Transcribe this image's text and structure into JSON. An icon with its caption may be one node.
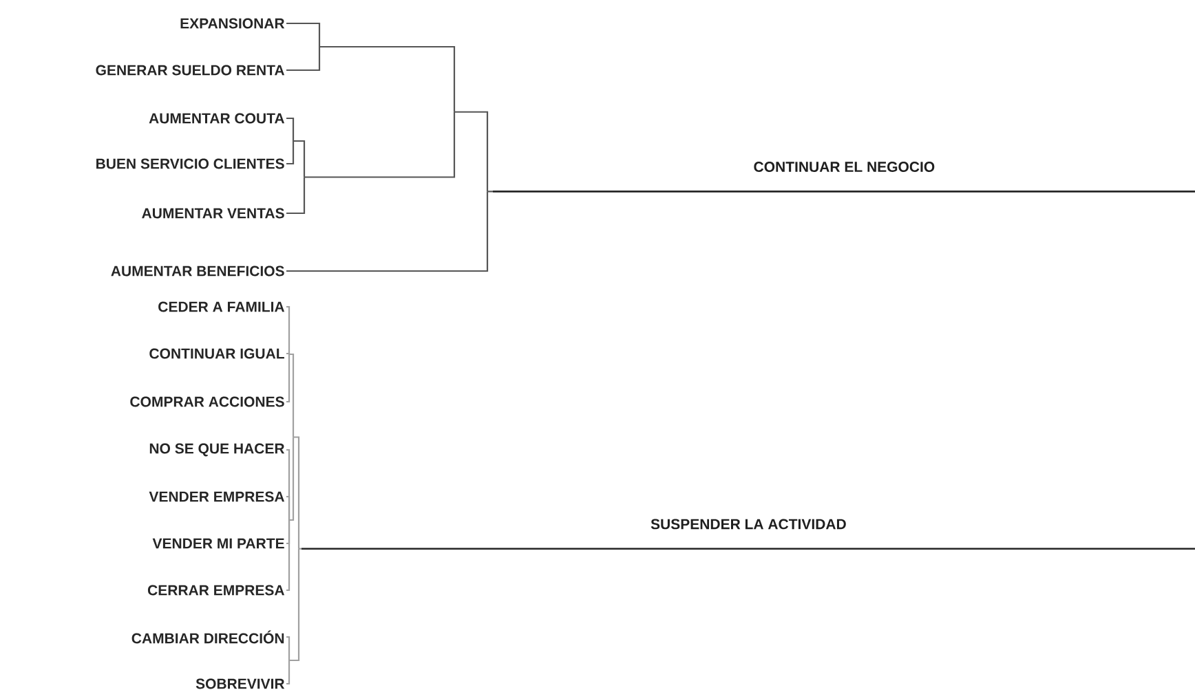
{
  "diagram": {
    "nodes": [
      {
        "text": [
          "EXPANSIONAR"
        ]
      },
      {
        "text": [
          "GENERAR SUELDO RENTA"
        ]
      },
      {
        "text": [
          "AUMENTAR COUTA"
        ]
      },
      {
        "text": [
          "BUEN SERVICIO CLIENTES"
        ]
      },
      {
        "text": [
          "AUMENTAR VENTAS"
        ]
      },
      {
        "text": [
          "AUMENTAR BENEFICIOS"
        ]
      },
      {
        "text": [
          "CEDER A FAMILIA"
        ]
      },
      {
        "text": [
          "CONTINUAR IGUAL"
        ]
      },
      {
        "text": [
          "COMPRAR ACCIONES"
        ]
      },
      {
        "text": [
          "NO SE QUE HACER"
        ]
      },
      {
        "text": [
          "VENDER EMPRESA"
        ]
      },
      {
        "text": [
          "VENDER MI PARTE"
        ]
      },
      {
        "text": [
          "CERRAR EMPRESA"
        ]
      },
      {
        "text": [
          "CAMBIAR DIRECCIÓN"
        ]
      },
      {
        "text": [
          "SOBREVIVIR"
        ]
      },
      {
        "text": [
          "CONTINUAR EL NEGOCIO"
        ]
      },
      {
        "text": [
          "SUSPENDER LA ACTIVIDAD"
        ]
      }
    ],
    "edges": [
      {
        "from": 0,
        "to": 15,
        "arrow": "none",
        "color": "#555555"
      },
      {
        "from": 1,
        "to": 15,
        "arrow": "none",
        "color": "#555555"
      },
      {
        "from": 2,
        "to": 15,
        "arrow": "none",
        "color": "#555555"
      },
      {
        "from": 3,
        "to": 15,
        "arrow": "none",
        "color": "#555555"
      },
      {
        "from": 4,
        "to": 15,
        "arrow": "none",
        "color": "#555555"
      },
      {
        "from": 5,
        "to": 15,
        "arrow": "none",
        "color": "#555555"
      },
      {
        "from": 6,
        "to": 16,
        "arrow": "none"
      },
      {
        "from": 7,
        "to": 16,
        "arrow": "none"
      },
      {
        "from": 8,
        "to": 16,
        "arrow": "none"
      },
      {
        "from": 9,
        "to": 16,
        "arrow": "none"
      },
      {
        "from": 10,
        "to": 16,
        "arrow": "none"
      },
      {
        "from": 11,
        "to": 16,
        "arrow": "none"
      },
      {
        "from": 12,
        "to": 16,
        "arrow": "none"
      },
      {
        "from": 13,
        "to": 16,
        "arrow": "none"
      },
      {
        "from": 14,
        "to": 16,
        "arrow": "none"
      }
    ]
  }
}
